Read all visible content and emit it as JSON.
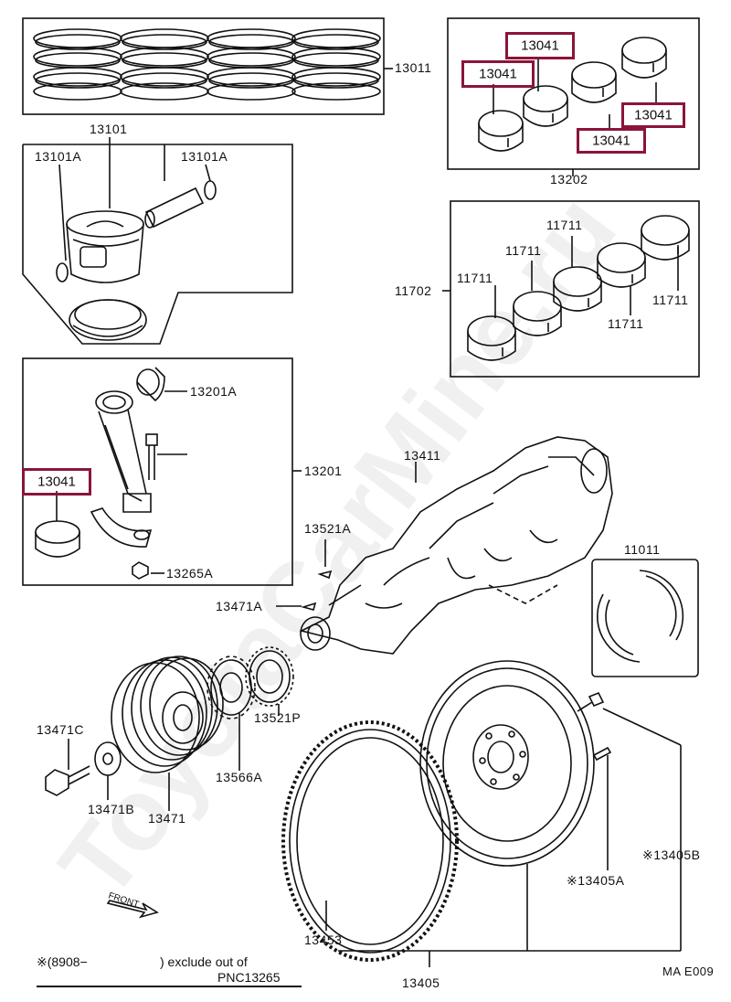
{
  "watermark": "ToyotaCarMine.ru",
  "highlight_color": "#8a1538",
  "labels": {
    "p13011": "13011",
    "p13101": "13101",
    "p13101A_left": "13101A",
    "p13101A_right": "13101A",
    "p13041_a": "13041",
    "p13041_b": "13041",
    "p13041_c": "13041",
    "p13041_d": "13041",
    "p13202": "13202",
    "p11711_a": "11711",
    "p11711_b": "11711",
    "p11711_c": "11711",
    "p11711_d": "11711",
    "p11711_e": "11711",
    "p11702": "11702",
    "p13201A": "13201A",
    "p13201": "13201",
    "p13041_rod": "13041",
    "p13265A": "13265A",
    "p13411": "13411",
    "p13521A": "13521A",
    "p13471A": "13471A",
    "p11011": "11011",
    "p13521P": "13521P",
    "p13471C": "13471C",
    "p13566A": "13566A",
    "p13471B": "13471B",
    "p13471": "13471",
    "p13405B": "※13405B",
    "p13405A": "※13405A",
    "p13453": "13453",
    "p13405": "13405"
  },
  "footnote": {
    "line1_a": "※(8908−",
    "line1_b": ") exclude out of",
    "line2": "PNC13265"
  },
  "ref_code": "MA E009"
}
